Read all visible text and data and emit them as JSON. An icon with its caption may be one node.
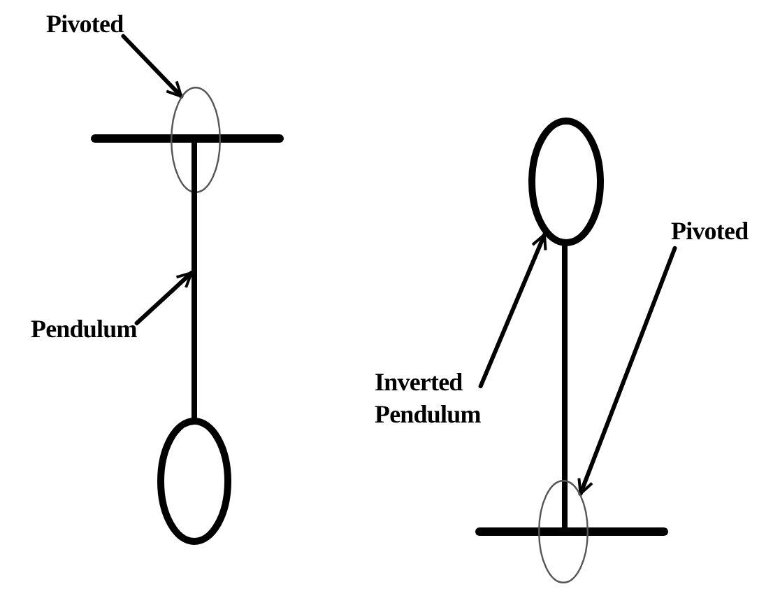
{
  "diagram": {
    "nodes": [
      {
        "text": [
          "Pivoted"
        ]
      },
      {
        "text": [],
        "shape": "circle"
      },
      {
        "text": [
          "Pendulum"
        ]
      },
      {
        "text": [],
        "shape": "bar"
      },
      {
        "text": [],
        "shape": "circle"
      },
      {
        "text": [
          "Pivoted"
        ]
      },
      {
        "text": [],
        "shape": "circle"
      },
      {
        "text": [
          "Inverted Pendulum"
        ]
      }
    ],
    "edges": [
      {
        "from": 0,
        "to": 1,
        "arrow": "to"
      },
      {
        "from": 2,
        "to": 3,
        "arrow": "to"
      },
      {
        "from": 7,
        "to": 4,
        "arrow": "to"
      },
      {
        "from": 5,
        "to": 6,
        "arrow": "to"
      }
    ]
  }
}
